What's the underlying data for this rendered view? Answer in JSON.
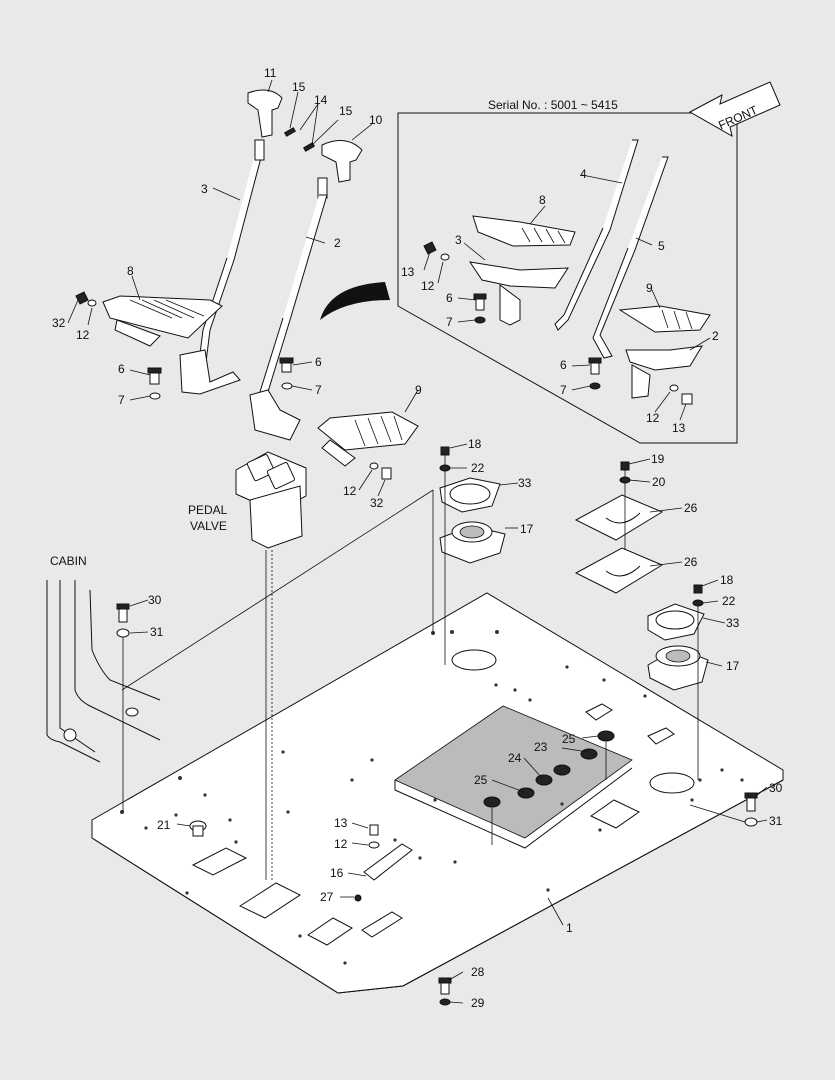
{
  "serial_note": "Serial No. : 5001 ~ 5415",
  "front_label": "FRONT",
  "pedal_valve_label": [
    "PEDAL",
    "VALVE"
  ],
  "cabin_label": "CABIN",
  "callouts": [
    {
      "id": "c-11",
      "label": "11"
    },
    {
      "id": "c-15a",
      "label": "15"
    },
    {
      "id": "c-14",
      "label": "14"
    },
    {
      "id": "c-15b",
      "label": "15"
    },
    {
      "id": "c-10",
      "label": "10"
    },
    {
      "id": "c-3",
      "label": "3"
    },
    {
      "id": "c-2",
      "label": "2"
    },
    {
      "id": "c-8",
      "label": "8"
    },
    {
      "id": "c-32a",
      "label": "32"
    },
    {
      "id": "c-12a",
      "label": "12"
    },
    {
      "id": "c-6a",
      "label": "6"
    },
    {
      "id": "c-7a",
      "label": "7"
    },
    {
      "id": "c-6b",
      "label": "6"
    },
    {
      "id": "c-7b",
      "label": "7"
    },
    {
      "id": "c-9",
      "label": "9"
    },
    {
      "id": "c-12b",
      "label": "12"
    },
    {
      "id": "c-32b",
      "label": "32"
    },
    {
      "id": "c-18a",
      "label": "18"
    },
    {
      "id": "c-22a",
      "label": "22"
    },
    {
      "id": "c-33a",
      "label": "33"
    },
    {
      "id": "c-17a",
      "label": "17"
    },
    {
      "id": "c-19",
      "label": "19"
    },
    {
      "id": "c-20",
      "label": "20"
    },
    {
      "id": "c-26a",
      "label": "26"
    },
    {
      "id": "c-26b",
      "label": "26"
    },
    {
      "id": "c-18b",
      "label": "18"
    },
    {
      "id": "c-22b",
      "label": "22"
    },
    {
      "id": "c-33b",
      "label": "33"
    },
    {
      "id": "c-17b",
      "label": "17"
    },
    {
      "id": "c-30a",
      "label": "30"
    },
    {
      "id": "c-31a",
      "label": "31"
    },
    {
      "id": "c-25a",
      "label": "25"
    },
    {
      "id": "c-23",
      "label": "23"
    },
    {
      "id": "c-24",
      "label": "24"
    },
    {
      "id": "c-25b",
      "label": "25"
    },
    {
      "id": "c-30b",
      "label": "30"
    },
    {
      "id": "c-31b",
      "label": "31"
    },
    {
      "id": "c-21",
      "label": "21"
    },
    {
      "id": "c-13a",
      "label": "13"
    },
    {
      "id": "c-12c",
      "label": "12"
    },
    {
      "id": "c-16",
      "label": "16"
    },
    {
      "id": "c-27",
      "label": "27"
    },
    {
      "id": "c-1",
      "label": "1"
    },
    {
      "id": "c-28",
      "label": "28"
    },
    {
      "id": "c-29",
      "label": "29"
    },
    {
      "id": "c-4",
      "label": "4"
    },
    {
      "id": "c-8b",
      "label": "8"
    },
    {
      "id": "c-3b",
      "label": "3"
    },
    {
      "id": "c-5",
      "label": "5"
    },
    {
      "id": "c-13b",
      "label": "13"
    },
    {
      "id": "c-12d",
      "label": "12"
    },
    {
      "id": "c-6c",
      "label": "6"
    },
    {
      "id": "c-7c",
      "label": "7"
    },
    {
      "id": "c-9b",
      "label": "9"
    },
    {
      "id": "c-2b",
      "label": "2"
    },
    {
      "id": "c-6d",
      "label": "6"
    },
    {
      "id": "c-7d",
      "label": "7"
    },
    {
      "id": "c-12e",
      "label": "12"
    },
    {
      "id": "c-13c",
      "label": "13"
    }
  ]
}
